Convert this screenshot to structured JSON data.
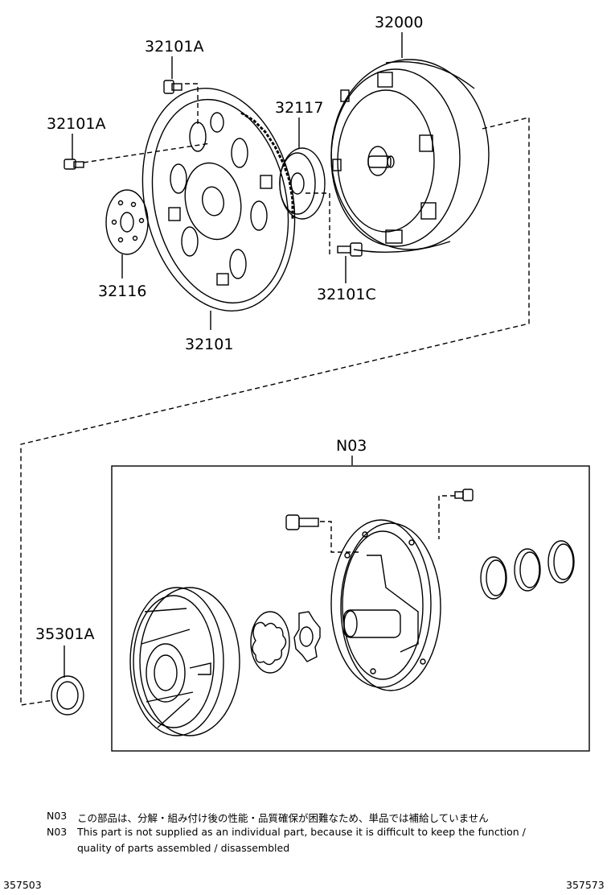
{
  "labels": {
    "torque_converter": "32000",
    "bolt_top": "32101A",
    "bolt_left": "32101A",
    "spacer": "32117",
    "plate": "32116",
    "drive_plate": "32101",
    "bolt_c": "32101C",
    "pump_assembly": "N03",
    "oil_seal": "35301A"
  },
  "notes": [
    {
      "code": "N03",
      "text": "この部品は、分解・組み付け後の性能・品質確保が困難なため、単品では補給していません"
    },
    {
      "code": "N03",
      "text": "This part is not supplied as an individual part, because it is difficult to keep the function /"
    },
    {
      "code": "",
      "text": "quality of parts assembled / disassembled"
    }
  ],
  "footer": {
    "left_code": "357503",
    "right_code": "357573"
  }
}
